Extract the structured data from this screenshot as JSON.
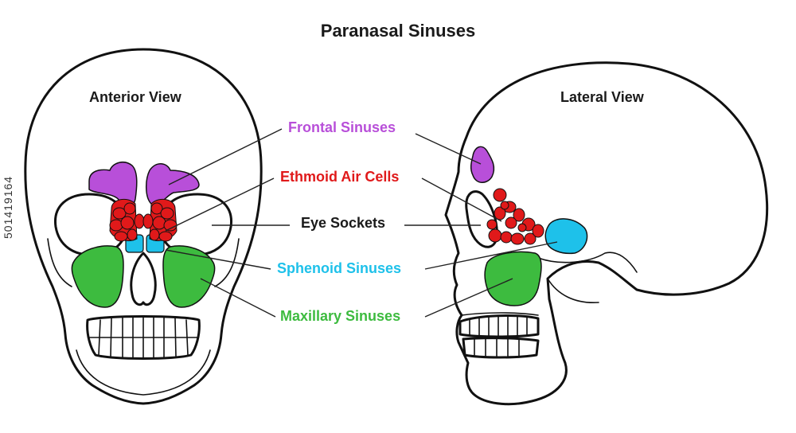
{
  "title": "Paranasal Sinuses",
  "views": {
    "anterior": "Anterior View",
    "lateral": "Lateral View"
  },
  "labels": {
    "frontal": "Frontal Sinuses",
    "ethmoid": "Ethmoid Air Cells",
    "eye_sockets": "Eye Sockets",
    "sphenoid": "Sphenoid Sinuses",
    "maxillary": "Maxillary Sinuses"
  },
  "colors": {
    "frontal": "#b84fd9",
    "ethmoid": "#e0191a",
    "sphenoid": "#1ec1ea",
    "maxillary": "#3dbb3f",
    "outline": "#111111"
  },
  "stock_id": "501419164"
}
